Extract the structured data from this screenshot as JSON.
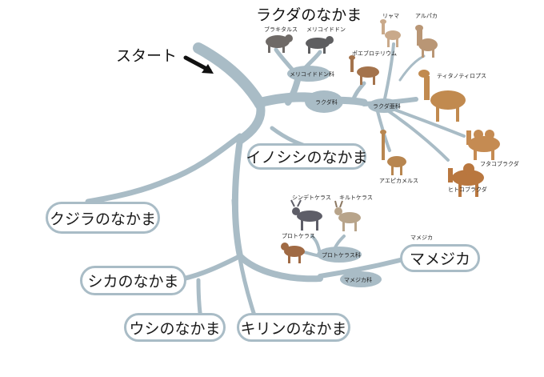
{
  "start_label": "スタート",
  "groups": {
    "camel": "ラクダのなかま",
    "boar": "イノシシのなかま",
    "whale": "クジラのなかま",
    "deer": "シカのなかま",
    "cow": "ウシのなかま",
    "giraffe": "キリンのなかま",
    "chevrotain": "マメジカ"
  },
  "nodes": {
    "merycoidodon_family": "メリコイドドン科",
    "camel_family": "ラクダ科",
    "camel_subfamily": "ラクダ亜科",
    "protoceras_family": "プロトケラス科",
    "chevrotain_family": "マメジカ科"
  },
  "species": {
    "brachytarsus": "ブラキタルス",
    "merycoidodon": "メリコイドドン",
    "llama": "リャマ",
    "alpaca": "アルパカ",
    "poebrotherium": "ポエブロテリウム",
    "titanotylopus": "ティタノティロプス",
    "bactrian": "フタコブラクダ",
    "dromedary": "ヒトコブラクダ",
    "aepycamelus": "アエピカメルス",
    "syndyoceras": "シンデトケラス",
    "kyptoceras": "キルトケラス",
    "protoceras": "プロトケラス",
    "chevrotain_label": "マメジカ"
  },
  "colors": {
    "branch": "#a9bcc6",
    "label_text": "#222222"
  }
}
